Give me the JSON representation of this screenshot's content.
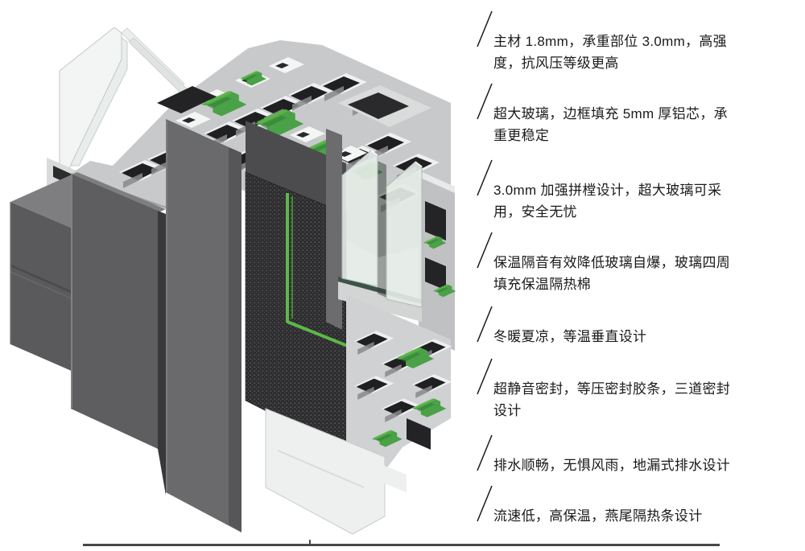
{
  "features": [
    {
      "text": "主材 1.8mm，承重部位 3.0mm，高强\n度，抗风压等级更高"
    },
    {
      "text": "超大玻璃，边框填充 5mm 厚铝芯，承\n重更稳定"
    },
    {
      "text": "3.0mm 加强拼樘设计，超大玻璃可采\n用，安全无忧"
    },
    {
      "text": "保温隔音有效降低玻璃自爆，玻璃四周\n填充保温隔热棉"
    },
    {
      "text": "冬暖夏凉，等温垂直设计"
    },
    {
      "text": "超静音密封，等压密封胶条，三道密封\n设计"
    },
    {
      "text": "排水顺畅，无惧风雨，地漏式排水设计"
    },
    {
      "text": "流速低，高保温，燕尾隔热条设计"
    }
  ],
  "colors": {
    "accent_green": "#4aa147",
    "accent_green_light": "#5cb848",
    "accent_green_dark": "#2f7d33",
    "frame_dark": "#59595b",
    "frame_mid": "#6e6e71",
    "cut_light": "#c7c9ca",
    "text": "#1a1a1a",
    "rule": "#47474a"
  }
}
